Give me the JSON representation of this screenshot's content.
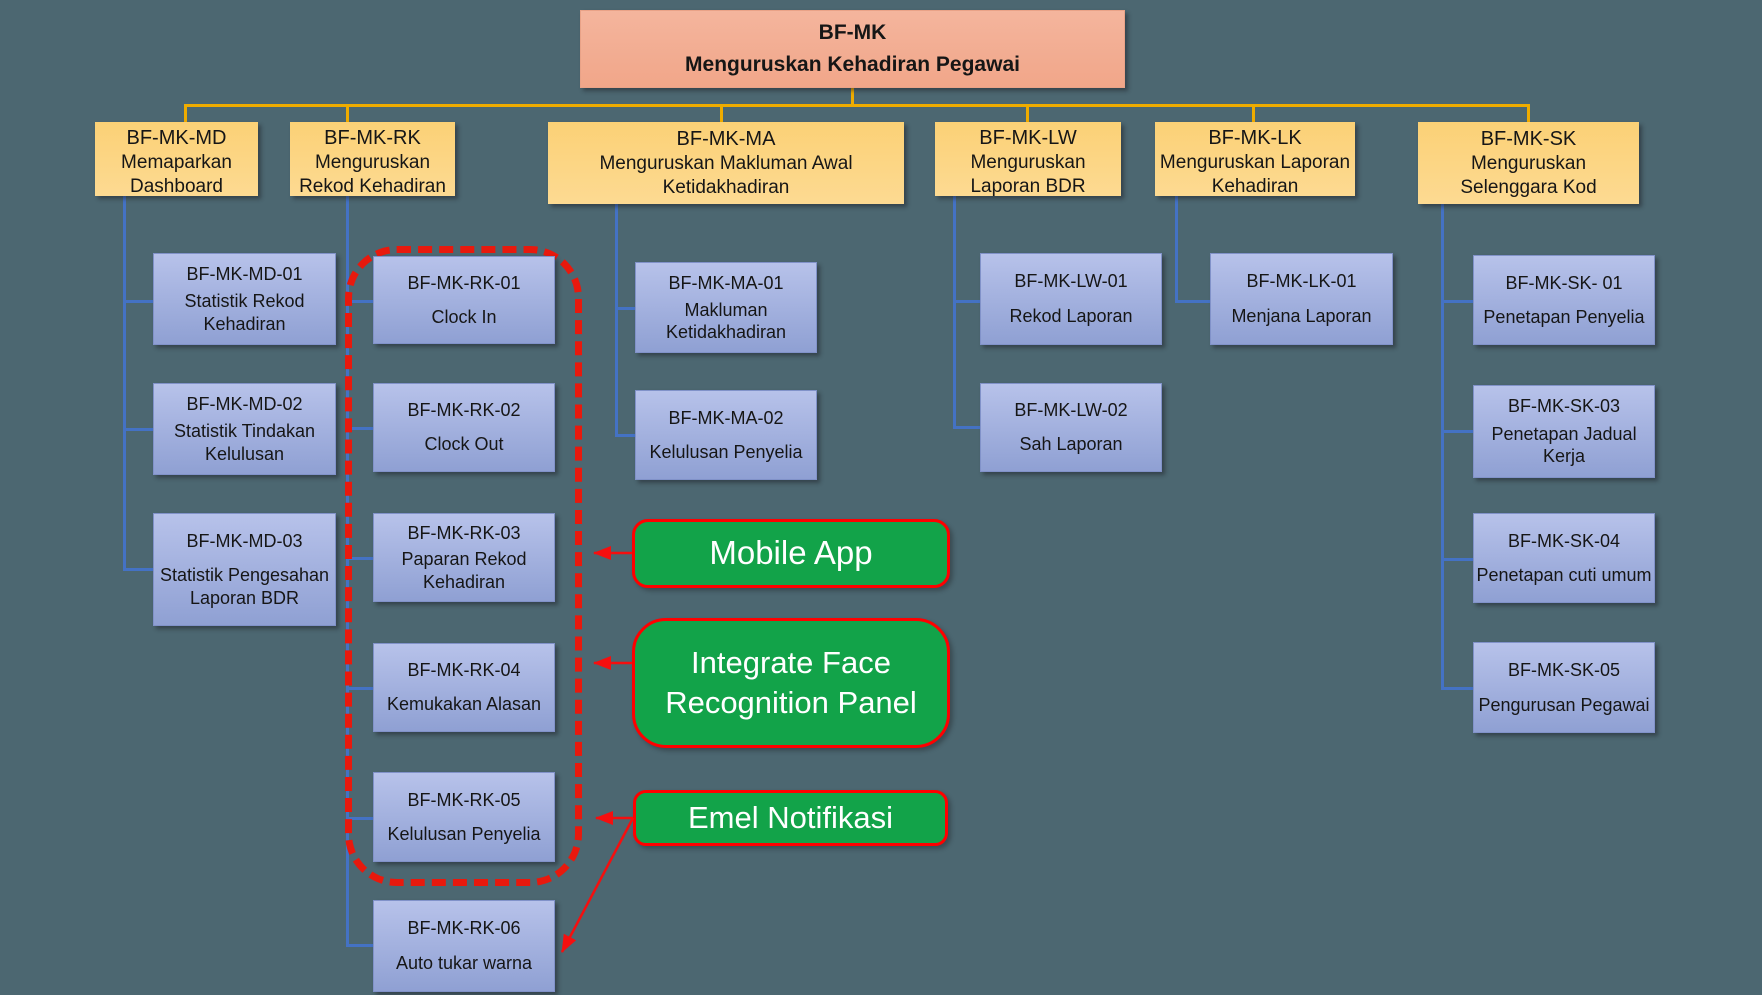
{
  "root": {
    "code": "BF-MK",
    "label": "Menguruskan Kehadiran Pegawai"
  },
  "branches": [
    {
      "code": "BF-MK-MD",
      "label": "Memaparkan Dashboard",
      "children": [
        {
          "code": "BF-MK-MD-01",
          "label": "Statistik Rekod Kehadiran"
        },
        {
          "code": "BF-MK-MD-02",
          "label": "Statistik Tindakan Kelulusan"
        },
        {
          "code": "BF-MK-MD-03",
          "label": "Statistik Pengesahan Laporan BDR"
        }
      ]
    },
    {
      "code": "BF-MK-RK",
      "label": "Menguruskan Rekod Kehadiran",
      "children": [
        {
          "code": "BF-MK-RK-01",
          "label": "Clock In"
        },
        {
          "code": "BF-MK-RK-02",
          "label": "Clock Out"
        },
        {
          "code": "BF-MK-RK-03",
          "label": "Paparan Rekod Kehadiran"
        },
        {
          "code": "BF-MK-RK-04",
          "label": "Kemukakan Alasan"
        },
        {
          "code": "BF-MK-RK-05",
          "label": "Kelulusan Penyelia"
        },
        {
          "code": "BF-MK-RK-06",
          "label": "Auto tukar warna"
        }
      ]
    },
    {
      "code": "BF-MK-MA",
      "label": "Menguruskan Makluman Awal Ketidakhadiran",
      "children": [
        {
          "code": "BF-MK-MA-01",
          "label": "Makluman Ketidakhadiran"
        },
        {
          "code": "BF-MK-MA-02",
          "label": "Kelulusan Penyelia"
        }
      ]
    },
    {
      "code": "BF-MK-LW",
      "label": "Menguruskan Laporan BDR",
      "children": [
        {
          "code": "BF-MK-LW-01",
          "label": "Rekod Laporan"
        },
        {
          "code": "BF-MK-LW-02",
          "label": "Sah Laporan"
        }
      ]
    },
    {
      "code": "BF-MK-LK",
      "label": "Menguruskan Laporan Kehadiran",
      "children": [
        {
          "code": "BF-MK-LK-01",
          "label": "Menjana Laporan"
        }
      ]
    },
    {
      "code": "BF-MK-SK",
      "label": "Menguruskan Selenggara Kod",
      "children": [
        {
          "code": "BF-MK-SK- 01",
          "label": "Penetapan Penyelia"
        },
        {
          "code": "BF-MK-SK-03",
          "label": "Penetapan Jadual Kerja"
        },
        {
          "code": "BF-MK-SK-04",
          "label": "Penetapan cuti umum"
        },
        {
          "code": "BF-MK-SK-05",
          "label": "Pengurusan Pegawai"
        }
      ]
    }
  ],
  "annotations": [
    {
      "label": "Mobile App"
    },
    {
      "label": "Integrate Face Recognition Panel"
    },
    {
      "label": "Emel Notifikasi"
    }
  ],
  "colors": {
    "background": "#4C6771",
    "level1_box": "#F2A98E",
    "level2_box": "#FCD47E",
    "level3_box": "#9FAEDD",
    "annotation_fill": "#12A349",
    "annotation_border": "#FF0000",
    "connector_yellow": "#EFAC00",
    "connector_blue": "#4472C4",
    "highlight_dashed": "#E8190D"
  }
}
